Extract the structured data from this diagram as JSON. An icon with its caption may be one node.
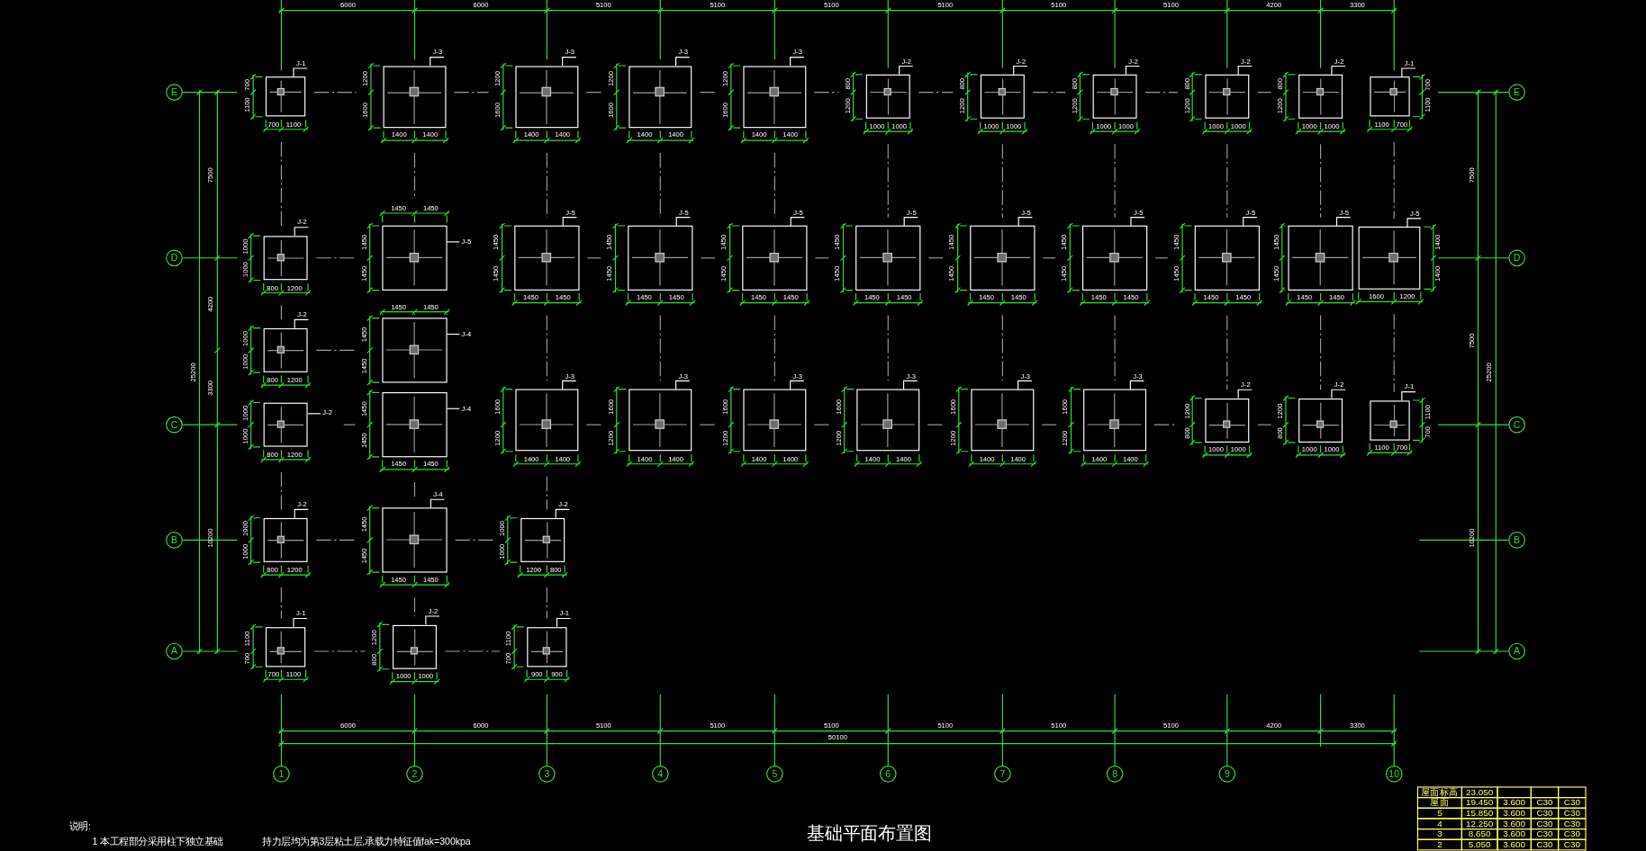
{
  "diagram": {
    "title": "基础平面布置图",
    "nodes": [
      {
        "text": [],
        "shape": "box",
        "beside": [
          "700",
          "1100",
          "700",
          "1100"
        ]
      },
      {
        "text": [],
        "shape": "box",
        "beside": [
          "1400",
          "1400",
          "1200",
          "1600"
        ]
      },
      {
        "text": [],
        "shape": "box",
        "beside": [
          "1400",
          "1400",
          "1200",
          "1600"
        ]
      },
      {
        "text": [],
        "shape": "box",
        "beside": [
          "1400",
          "1400",
          "1200",
          "1600"
        ]
      },
      {
        "text": [],
        "shape": "box",
        "beside": [
          "1400",
          "1400",
          "1200",
          "1600"
        ]
      },
      {
        "text": [],
        "shape": "box",
        "beside": [
          "1000",
          "1000",
          "800",
          "1200"
        ]
      },
      {
        "text": [],
        "shape": "box",
        "beside": [
          "1000",
          "1000",
          "800",
          "1200"
        ]
      },
      {
        "text": [],
        "shape": "box",
        "beside": [
          "1000",
          "1000",
          "800",
          "1200"
        ]
      },
      {
        "text": [],
        "shape": "box",
        "beside": [
          "1000",
          "1000",
          "800",
          "1200"
        ]
      },
      {
        "text": [],
        "shape": "box",
        "beside": [
          "1000",
          "1000",
          "800",
          "1200"
        ]
      },
      {
        "text": [],
        "shape": "box",
        "beside": [
          "1100",
          "700",
          "700",
          "1100"
        ]
      },
      {
        "text": [],
        "shape": "box",
        "beside": [
          "800",
          "1200",
          "1000",
          "1000"
        ]
      },
      {
        "text": [],
        "shape": "box",
        "beside": [
          "1450",
          "1450",
          "1450",
          "1450"
        ]
      },
      {
        "text": [],
        "shape": "box",
        "beside": [
          "1450",
          "1450",
          "1450",
          "1450"
        ]
      },
      {
        "text": [],
        "shape": "box",
        "beside": [
          "1450",
          "1450",
          "1450",
          "1450"
        ]
      },
      {
        "text": [],
        "shape": "box",
        "beside": [
          "1450",
          "1450",
          "1450",
          "1450"
        ]
      },
      {
        "text": [],
        "shape": "box",
        "beside": [
          "1450",
          "1450",
          "1450",
          "1450"
        ]
      },
      {
        "text": [],
        "shape": "box",
        "beside": [
          "1450",
          "1450",
          "1450",
          "1450"
        ]
      },
      {
        "text": [],
        "shape": "box",
        "beside": [
          "1450",
          "1450",
          "1450",
          "1450"
        ]
      },
      {
        "text": [],
        "shape": "box",
        "beside": [
          "1450",
          "1450",
          "1450",
          "1450"
        ]
      },
      {
        "text": [],
        "shape": "box",
        "beside": [
          "1450",
          "1450",
          "1450",
          "1450"
        ]
      },
      {
        "text": [],
        "shape": "box",
        "beside": [
          "1600",
          "1200",
          "1400",
          "1400"
        ]
      },
      {
        "text": [],
        "shape": "box",
        "beside": [
          "800",
          "1200",
          "1000",
          "1000"
        ]
      },
      {
        "text": [],
        "shape": "box",
        "beside": [
          "1450",
          "1450",
          "1450",
          "1450"
        ]
      },
      {
        "text": [],
        "shape": "box",
        "beside": [
          "800",
          "1200",
          "1000",
          "1000"
        ]
      },
      {
        "text": [],
        "shape": "box",
        "beside": [
          "1450",
          "1450",
          "1450",
          "1450"
        ]
      },
      {
        "text": [],
        "shape": "box",
        "beside": [
          "1400",
          "1400",
          "1600",
          "1200"
        ]
      },
      {
        "text": [],
        "shape": "box",
        "beside": [
          "1400",
          "1400",
          "1600",
          "1200"
        ]
      },
      {
        "text": [],
        "shape": "box",
        "beside": [
          "1400",
          "1400",
          "1600",
          "1200"
        ]
      },
      {
        "text": [],
        "shape": "box",
        "beside": [
          "1400",
          "1400",
          "1600",
          "1200"
        ]
      },
      {
        "text": [],
        "shape": "box",
        "beside": [
          "1400",
          "1400",
          "1600",
          "1200"
        ]
      },
      {
        "text": [],
        "shape": "box",
        "beside": [
          "1400",
          "1400",
          "1600",
          "1200"
        ]
      },
      {
        "text": [],
        "shape": "box",
        "beside": [
          "1000",
          "1000",
          "1200",
          "800"
        ]
      },
      {
        "text": [],
        "shape": "box",
        "beside": [
          "1000",
          "1000",
          "1200",
          "800"
        ]
      },
      {
        "text": [],
        "shape": "box",
        "beside": [
          "1100",
          "700",
          "1100",
          "700"
        ]
      },
      {
        "text": [],
        "shape": "box",
        "beside": [
          "800",
          "1200",
          "1000",
          "1000"
        ]
      },
      {
        "text": [],
        "shape": "box",
        "beside": [
          "1450",
          "1450",
          "1450",
          "1450"
        ]
      },
      {
        "text": [],
        "shape": "box",
        "beside": [
          "1200",
          "800",
          "1000",
          "1000"
        ]
      },
      {
        "text": [],
        "shape": "box",
        "beside": [
          "700",
          "1100",
          "1100",
          "700"
        ]
      },
      {
        "text": [],
        "shape": "box",
        "beside": [
          "1000",
          "1000",
          "1200",
          "800"
        ]
      },
      {
        "text": [],
        "shape": "box",
        "beside": [
          "900",
          "900",
          "1100",
          "700"
        ]
      },
      {
        "text": [
          "J-1"
        ]
      },
      {
        "text": [
          "J-3"
        ]
      },
      {
        "text": [
          "J-3"
        ]
      },
      {
        "text": [
          "J-3"
        ]
      },
      {
        "text": [
          "J-3"
        ]
      },
      {
        "text": [
          "J-2"
        ]
      },
      {
        "text": [
          "J-2"
        ]
      },
      {
        "text": [
          "J-2"
        ]
      },
      {
        "text": [
          "J-2"
        ]
      },
      {
        "text": [
          "J-2"
        ]
      },
      {
        "text": [
          "J-1"
        ]
      },
      {
        "text": [
          "J-2"
        ]
      },
      {
        "text": [
          "J-5"
        ]
      },
      {
        "text": [
          "J-5"
        ]
      },
      {
        "text": [
          "J-5"
        ]
      },
      {
        "text": [
          "J-5"
        ]
      },
      {
        "text": [
          "J-5"
        ]
      },
      {
        "text": [
          "J-5"
        ]
      },
      {
        "text": [
          "J-5"
        ]
      },
      {
        "text": [
          "J-5"
        ]
      },
      {
        "text": [
          "J-5"
        ]
      },
      {
        "text": [
          "J-5"
        ]
      },
      {
        "text": [
          "J-2"
        ]
      },
      {
        "text": [
          "J-4"
        ]
      },
      {
        "text": [
          "J-2"
        ]
      },
      {
        "text": [
          "J-4"
        ]
      },
      {
        "text": [
          "J-3"
        ]
      },
      {
        "text": [
          "J-3"
        ]
      },
      {
        "text": [
          "J-3"
        ]
      },
      {
        "text": [
          "J-3"
        ]
      },
      {
        "text": [
          "J-3"
        ]
      },
      {
        "text": [
          "J-3"
        ]
      },
      {
        "text": [
          "J-2"
        ]
      },
      {
        "text": [
          "J-2"
        ]
      },
      {
        "text": [
          "J-1"
        ]
      },
      {
        "text": [
          "J-2"
        ]
      },
      {
        "text": [
          "J-4"
        ]
      },
      {
        "text": [
          "J-2"
        ]
      },
      {
        "text": [
          "J-1"
        ]
      },
      {
        "text": [
          "J-2"
        ]
      },
      {
        "text": [
          "J-1"
        ]
      },
      {
        "text": [
          "E"
        ]
      },
      {
        "text": [
          "D"
        ]
      },
      {
        "text": [
          "C"
        ]
      },
      {
        "text": [
          "B"
        ]
      },
      {
        "text": [
          "A"
        ]
      },
      {
        "text": [
          "E"
        ]
      },
      {
        "text": [
          "D"
        ]
      },
      {
        "text": [
          "C"
        ]
      },
      {
        "text": [
          "B"
        ]
      },
      {
        "text": [
          "A"
        ]
      },
      {
        "text": [
          "1"
        ]
      },
      {
        "text": [
          "2"
        ]
      },
      {
        "text": [
          "3"
        ]
      },
      {
        "text": [
          "4"
        ]
      },
      {
        "text": [
          "5"
        ]
      },
      {
        "text": [
          "6"
        ]
      },
      {
        "text": [
          "7"
        ]
      },
      {
        "text": [
          "8"
        ]
      },
      {
        "text": [
          "9"
        ]
      },
      {
        "text": [
          "10"
        ]
      }
    ],
    "edges": [
      {
        "from": 41,
        "to": 0,
        "arrow": "none"
      },
      {
        "from": 42,
        "to": 1,
        "arrow": "none"
      },
      {
        "from": 43,
        "to": 2,
        "arrow": "none"
      },
      {
        "from": 44,
        "to": 3,
        "arrow": "none"
      },
      {
        "from": 45,
        "to": 4,
        "arrow": "none"
      },
      {
        "from": 46,
        "to": 5,
        "arrow": "none"
      },
      {
        "from": 47,
        "to": 6,
        "arrow": "none"
      },
      {
        "from": 48,
        "to": 7,
        "arrow": "none"
      },
      {
        "from": 49,
        "to": 8,
        "arrow": "none"
      },
      {
        "from": 50,
        "to": 9,
        "arrow": "none"
      },
      {
        "from": 51,
        "to": 10,
        "arrow": "none"
      },
      {
        "from": 52,
        "to": 11,
        "arrow": "none"
      },
      {
        "from": 53,
        "to": 12,
        "arrow": "none"
      },
      {
        "from": 54,
        "to": 13,
        "arrow": "none"
      },
      {
        "from": 55,
        "to": 14,
        "arrow": "none"
      },
      {
        "from": 56,
        "to": 15,
        "arrow": "none"
      },
      {
        "from": 57,
        "to": 16,
        "arrow": "none"
      },
      {
        "from": 58,
        "to": 17,
        "arrow": "none"
      },
      {
        "from": 59,
        "to": 18,
        "arrow": "none"
      },
      {
        "from": 60,
        "to": 19,
        "arrow": "none"
      },
      {
        "from": 61,
        "to": 20,
        "arrow": "none"
      },
      {
        "from": 62,
        "to": 21,
        "arrow": "none"
      },
      {
        "from": 63,
        "to": 22,
        "arrow": "none"
      },
      {
        "from": 64,
        "to": 23,
        "arrow": "none"
      },
      {
        "from": 65,
        "to": 24,
        "arrow": "none"
      },
      {
        "from": 66,
        "to": 25,
        "arrow": "none"
      },
      {
        "from": 67,
        "to": 26,
        "arrow": "none"
      },
      {
        "from": 68,
        "to": 27,
        "arrow": "none"
      },
      {
        "from": 69,
        "to": 28,
        "arrow": "none"
      },
      {
        "from": 70,
        "to": 29,
        "arrow": "none"
      },
      {
        "from": 71,
        "to": 30,
        "arrow": "none"
      },
      {
        "from": 72,
        "to": 31,
        "arrow": "none"
      },
      {
        "from": 73,
        "to": 32,
        "arrow": "none"
      },
      {
        "from": 74,
        "to": 33,
        "arrow": "none"
      },
      {
        "from": 75,
        "to": 34,
        "arrow": "none"
      },
      {
        "from": 76,
        "to": 35,
        "arrow": "none"
      },
      {
        "from": 77,
        "to": 36,
        "arrow": "none"
      },
      {
        "from": 78,
        "to": 37,
        "arrow": "none"
      },
      {
        "from": 79,
        "to": 38,
        "arrow": "none"
      },
      {
        "from": 80,
        "to": 39,
        "arrow": "none"
      },
      {
        "from": 81,
        "to": 40,
        "arrow": "none"
      }
    ],
    "labels": [
      "6000",
      "6000",
      "5100",
      "5100",
      "5100",
      "5100",
      "5100",
      "5100",
      "4200",
      "3300",
      "7500",
      "4200",
      "3300",
      "10200",
      "25200",
      "7500",
      "7500",
      "10200",
      "25200",
      "6000",
      "6000",
      "5100",
      "5100",
      "5100",
      "5100",
      "5100",
      "5100",
      "4200",
      "3300",
      "50100",
      "说明:",
      "1 本工程部分采用柱下独立基础",
      "持力层均为第3层粘土层,承载力特征值fak=300kpa",
      "屋面标高",
      "23.050",
      "屋面",
      "19.450",
      "3.600",
      "C30",
      "C30",
      "5",
      "15.850",
      "3.600",
      "C30",
      "C30",
      "4",
      "12.250",
      "3.600",
      "C30",
      "C30",
      "3",
      "8.650",
      "3.600",
      "C30",
      "C30",
      "2",
      "5.050",
      "3.600",
      "C30",
      "C30"
    ]
  }
}
